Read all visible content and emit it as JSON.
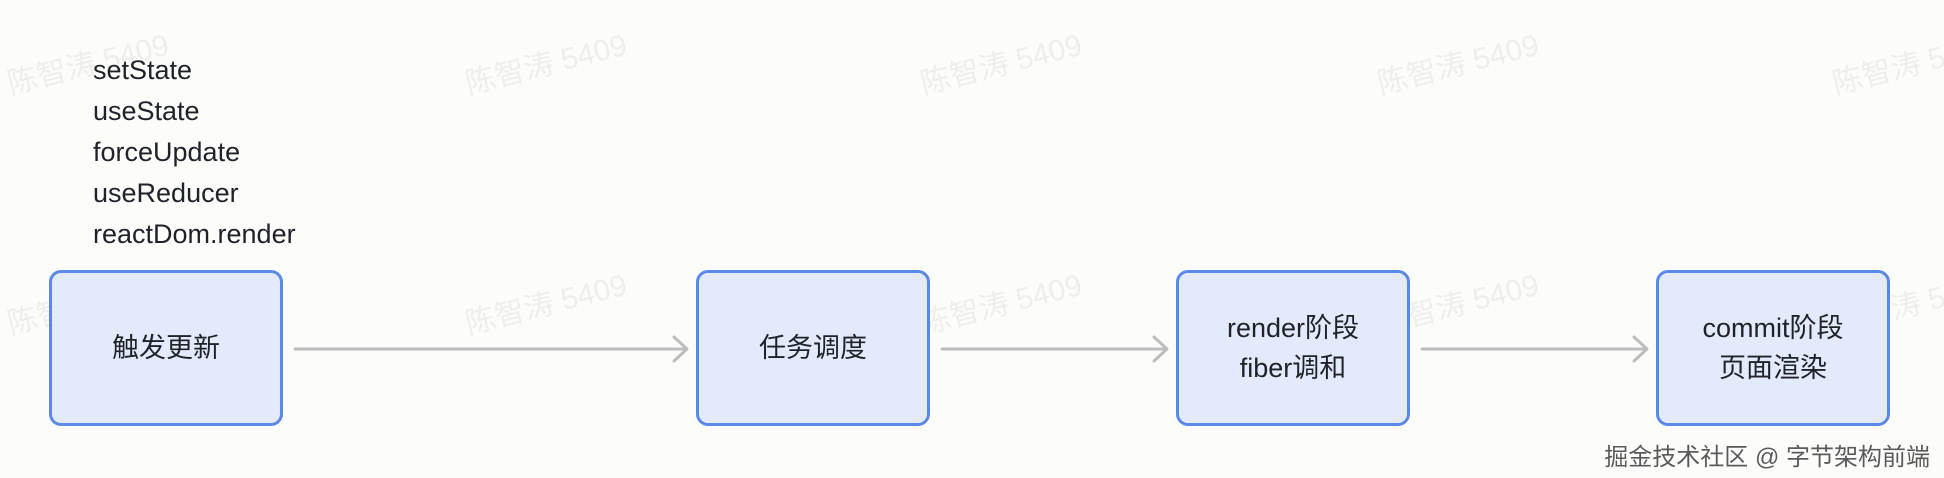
{
  "triggers": [
    "setState",
    "useState",
    "forceUpdate",
    "useReducer",
    "reactDom.render"
  ],
  "stages": [
    {
      "lines": [
        "触发更新"
      ]
    },
    {
      "lines": [
        "任务调度"
      ]
    },
    {
      "lines": [
        "render阶段",
        "fiber调和"
      ]
    },
    {
      "lines": [
        "commit阶段",
        "页面渲染"
      ]
    }
  ],
  "watermark_text": "陈智涛 5409",
  "footer_credit": "掘金技术社区 @ 字节架构前端",
  "colors": {
    "box_fill": "#e3eafb",
    "box_border": "#5b8ae6",
    "arrow": "#bdbdbd"
  }
}
